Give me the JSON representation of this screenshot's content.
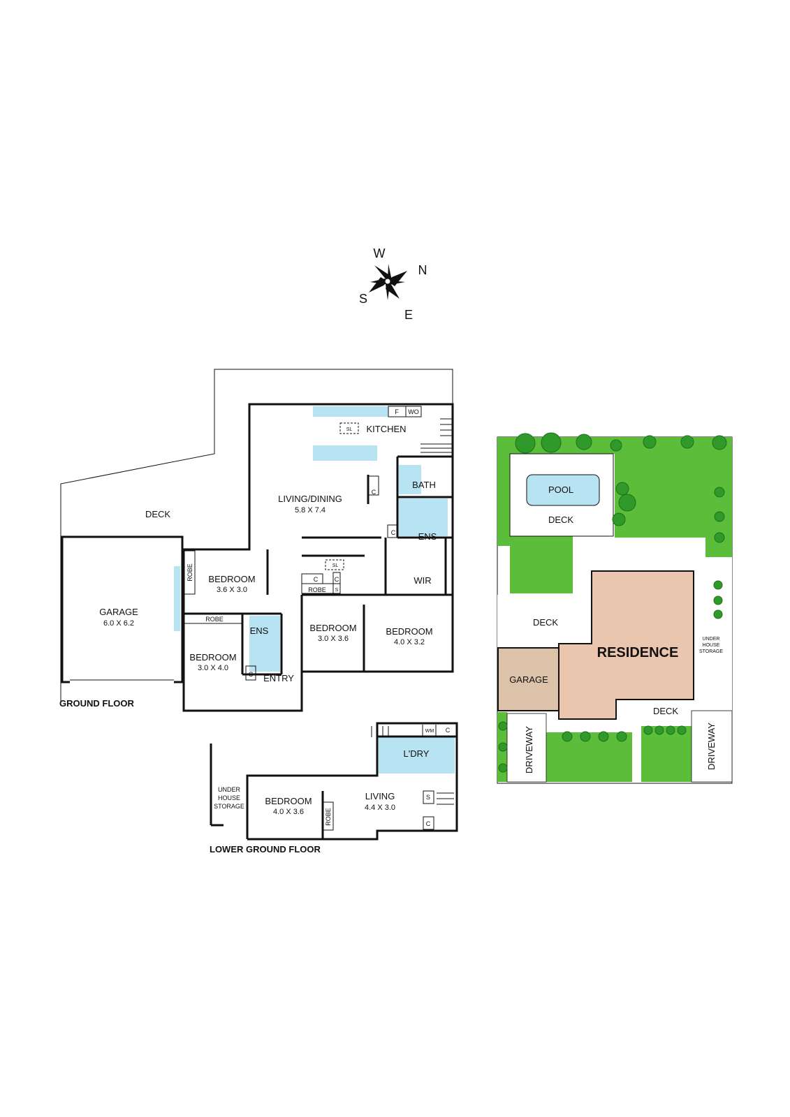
{
  "compass": {
    "w": "W",
    "n": "N",
    "s": "S",
    "e": "E"
  },
  "ground_floor": {
    "title": "GROUND FLOOR",
    "deck": "DECK",
    "garage": {
      "name": "GARAGE",
      "dim": "6.0 X 6.2"
    },
    "living_dining": {
      "name": "LIVING/DINING",
      "dim": "5.8 X 7.4"
    },
    "kitchen": "KITCHEN",
    "sl": "SL",
    "f": "F",
    "wo": "WO",
    "c": "C",
    "s": "S",
    "bath": "BATH",
    "ens": "ENS",
    "wir": "WIR",
    "robe": "ROBE",
    "bedroom_1": {
      "name": "BEDROOM",
      "dim": "3.6 X 3.0"
    },
    "bedroom_2": {
      "name": "BEDROOM",
      "dim": "3.0 X 4.0"
    },
    "bedroom_3": {
      "name": "BEDROOM",
      "dim": "3.0 X 3.6"
    },
    "bedroom_4": {
      "name": "BEDROOM",
      "dim": "4.0 X 3.2"
    },
    "entry": "ENTRY"
  },
  "lower_ground_floor": {
    "title": "LOWER GROUND FLOOR",
    "laundry": "L'DRY",
    "wm": "WM",
    "under_house_storage": [
      "UNDER",
      "HOUSE",
      "STORAGE"
    ],
    "bedroom": {
      "name": "BEDROOM",
      "dim": "4.0 X 3.6"
    },
    "robe": "ROBE",
    "living": {
      "name": "LIVING",
      "dim": "4.4 X 3.0"
    },
    "s": "S",
    "c": "C"
  },
  "site_plan": {
    "pool": "POOL",
    "deck_pool": "DECK",
    "deck_left": "DECK",
    "deck_front": "DECK",
    "residence": "RESIDENCE",
    "garage": "GARAGE",
    "under_house_storage": [
      "UNDER",
      "HOUSE",
      "STORAGE"
    ],
    "driveway_left": "DRIVEWAY",
    "driveway_right": "DRIVEWAY"
  },
  "colors": {
    "wet_area": "#b8e3f2",
    "grass": "#5cbd3a",
    "tree": "#2f9a2a",
    "residence": "#e9c6ad",
    "garage": "#dcc2a8"
  }
}
